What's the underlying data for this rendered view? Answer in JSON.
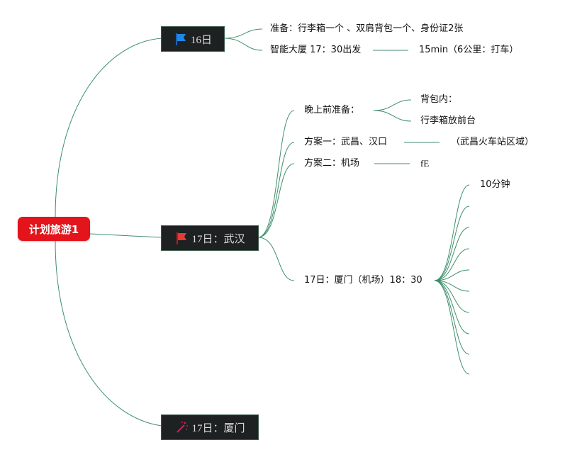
{
  "root": {
    "label": "计划旅游1"
  },
  "branches": [
    {
      "label": "16日",
      "icon": "blue-flag-icon",
      "color": "#1e88e5",
      "children": [
        {
          "label": "准备：行李箱一个 、双肩背包一个、身份证2张"
        },
        {
          "label": "智能大厦 17：30出发",
          "children": [
            {
              "label": "15min（6公里：打车）"
            }
          ]
        }
      ]
    },
    {
      "label": "17日：武汉",
      "icon": "red-flag-icon",
      "color": "#e53935",
      "children": [
        {
          "label": "晚上前准备：",
          "children": [
            {
              "label": "背包内："
            },
            {
              "label": "行李箱放前台"
            }
          ]
        },
        {
          "label": "方案一：武昌、汉口",
          "children": [
            {
              "label": "（武昌火车站区域）"
            }
          ]
        },
        {
          "label": "方案二：机场",
          "children": [
            {
              "label": "fE"
            }
          ]
        },
        {
          "label": "17日：厦门（机场）18：30",
          "children": [
            {
              "label": "10分钟"
            },
            {
              "label": ""
            },
            {
              "label": ""
            },
            {
              "label": ""
            },
            {
              "label": ""
            },
            {
              "label": ""
            },
            {
              "label": ""
            },
            {
              "label": ""
            },
            {
              "label": ""
            }
          ]
        }
      ]
    },
    {
      "label": "17日：厦门",
      "icon": "magic-wand-icon",
      "color": "#d81b60",
      "children": []
    }
  ],
  "colors": {
    "root": "#e3141b",
    "branch_bg": "#1e2121",
    "link": "#3f8f6c"
  }
}
